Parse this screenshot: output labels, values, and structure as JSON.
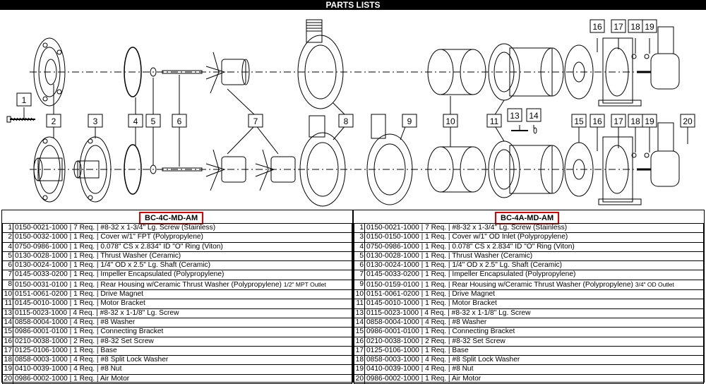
{
  "page": {
    "title": "PARTS LISTS"
  },
  "callouts": [
    "1",
    "2",
    "3",
    "4",
    "5",
    "6",
    "7",
    "8",
    "9",
    "10",
    "11",
    "13",
    "14",
    "15",
    "16",
    "17",
    "18",
    "19",
    "20",
    "16",
    "17",
    "18",
    "19"
  ],
  "left": {
    "model": "BC-4C-MD-AM",
    "rows": [
      {
        "no": "1",
        "text": "0150-0021-1000 | 7 Req. | #8-32 x 1-3/4\" Lg. Screw (Stainless)"
      },
      {
        "no": "2",
        "text": "0150-0032-1000 | 1 Req. | Cover w/1\" FPT (Polypropylene)"
      },
      {
        "no": "4",
        "text": "0750-0986-1000 | 1 Req. | 0.078\" CS x 2.834\" ID \"O\" Ring (Viton)"
      },
      {
        "no": "5",
        "text": "0130-0028-1000 | 1 Req. | Thrust Washer (Ceramic)"
      },
      {
        "no": "6",
        "text": "0130-0024-1000 | 1 Req. | 1/4\" OD x 2.5\" Lg. Shaft (Ceramic)"
      },
      {
        "no": "7",
        "text": "0145-0033-0200 | 1 Req. | Impeller Encapsulated (Polypropylene)"
      },
      {
        "no": "8",
        "text": "0150-0031-0100 | 1 Req. | Rear Housing w/Ceramic Thrust Washer (Polypropylene)",
        "note": "1/2\" MPT Outlet"
      },
      {
        "no": "10",
        "text": "0151-0061-0200 | 1 Req. | Drive Magnet"
      },
      {
        "no": "11",
        "text": "0145-0010-1000 | 1 Req. | Motor Bracket"
      },
      {
        "no": "13",
        "text": "0115-0023-1000 | 4 Req. | #8-32 x 1-1/8\" Lg. Screw"
      },
      {
        "no": "14",
        "text": "0858-0004-1000 | 4 Req. | #8 Washer"
      },
      {
        "no": "15",
        "text": "0986-0001-0100 | 1 Req. | Connecting Bracket"
      },
      {
        "no": "16",
        "text": "0210-0038-1000 | 2 Req. | #8-32 Set Screw"
      },
      {
        "no": "17",
        "text": "0125-0106-1000 | 1 Req. | Base"
      },
      {
        "no": "18",
        "text": "0858-0003-1000 | 4 Req. | #8 Split Lock Washer"
      },
      {
        "no": "19",
        "text": "0410-0039-1000 | 4 Req. | #8 Nut"
      },
      {
        "no": "20",
        "text": "0986-0002-1000 | 1 Req. | Air Motor"
      }
    ]
  },
  "right": {
    "model": "BC-4A-MD-AM",
    "rows": [
      {
        "no": "1",
        "text": "0150-0021-1000 | 7 Req. | #8-32 x 1-3/4\" Lg. Screw (Stainless)"
      },
      {
        "no": "3",
        "text": "0150-0150-1000 | 1 Req. | Cover w/1\" OD Inlet (Polypropylene)"
      },
      {
        "no": "4",
        "text": "0750-0986-1000 | 1 Req. | 0.078\" CS x 2.834\" ID \"O\" Ring (Viton)"
      },
      {
        "no": "5",
        "text": "0130-0028-1000 | 1 Req. | Thrust Washer (Ceramic)"
      },
      {
        "no": "6",
        "text": "0130-0024-1000 | 1 Req. | 1/4\" OD x 2.5\" Lg. Shaft (Ceramic)"
      },
      {
        "no": "7",
        "text": "0145-0033-0200 | 1 Req. | Impeller Encapsulated (Polypropylene)"
      },
      {
        "no": "9",
        "text": "0150-0159-0100 | 1 Req. | Rear Housing w/Ceramic Thrust Washer (Polypropylene)",
        "note": "3/4\" OD Outlet"
      },
      {
        "no": "10",
        "text": "0151-0061-0200 | 1 Req. | Drive Magnet"
      },
      {
        "no": "11",
        "text": "0145-0010-1000 | 1 Req. | Motor Bracket"
      },
      {
        "no": "13",
        "text": "0115-0023-1000 | 4 Req. | #8-32 x 1-1/8\" Lg. Screw"
      },
      {
        "no": "14",
        "text": "0858-0004-1000 | 4 Req. | #8 Washer"
      },
      {
        "no": "15",
        "text": "0986-0001-0100 | 1 Req. | Connecting Bracket"
      },
      {
        "no": "16",
        "text": "0210-0038-1000 | 2 Req. | #8-32 Set Screw"
      },
      {
        "no": "17",
        "text": "0125-0106-1000 | 1 Req. | Base"
      },
      {
        "no": "18",
        "text": "0858-0003-1000 | 4 Req. | #8 Split Lock Washer"
      },
      {
        "no": "19",
        "text": "0410-0039-1000 | 4 Req. | #8 Nut"
      },
      {
        "no": "20",
        "text": "0986-0002-1000 | 1 Req. | Air Motor"
      }
    ]
  },
  "colors": {
    "highlight": "#e00000",
    "ink": "#000000",
    "background": "#ffffff"
  }
}
